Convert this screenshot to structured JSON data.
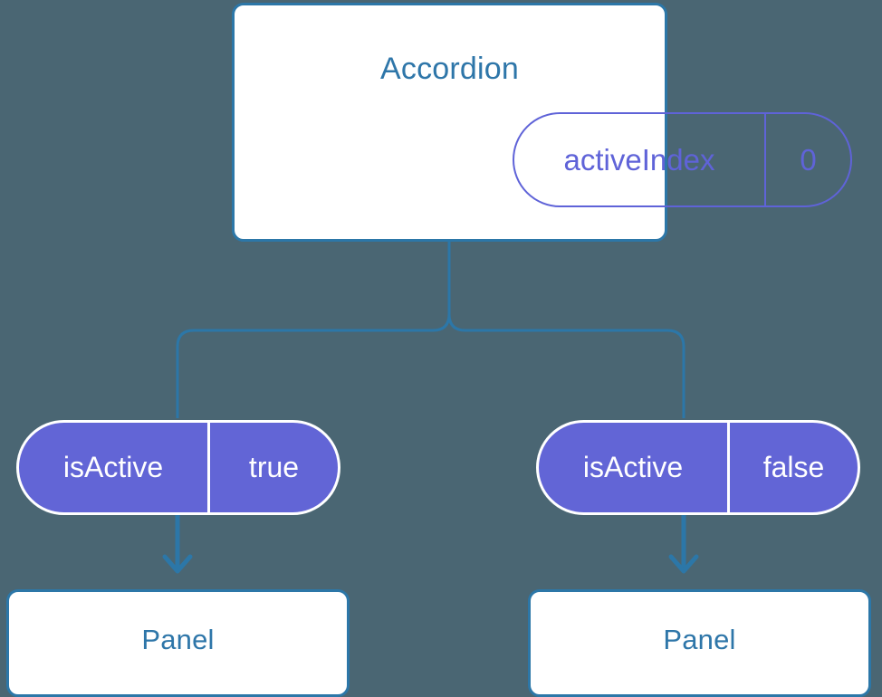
{
  "diagram": {
    "type": "component-state-tree",
    "background_color": "#4a6673",
    "accent_blue": "#2c77a8",
    "accent_purple": "#6265d6",
    "root": {
      "title": "Accordion",
      "state": {
        "key": "activeIndex",
        "value": "0"
      }
    },
    "children": [
      {
        "prop": {
          "key": "isActive",
          "value": "true"
        },
        "component": {
          "title": "Panel"
        }
      },
      {
        "prop": {
          "key": "isActive",
          "value": "false"
        },
        "component": {
          "title": "Panel"
        }
      }
    ],
    "connectors": {
      "branch_icon": "tree-branch-connector",
      "arrow_icon": "arrow-down-icon"
    }
  }
}
